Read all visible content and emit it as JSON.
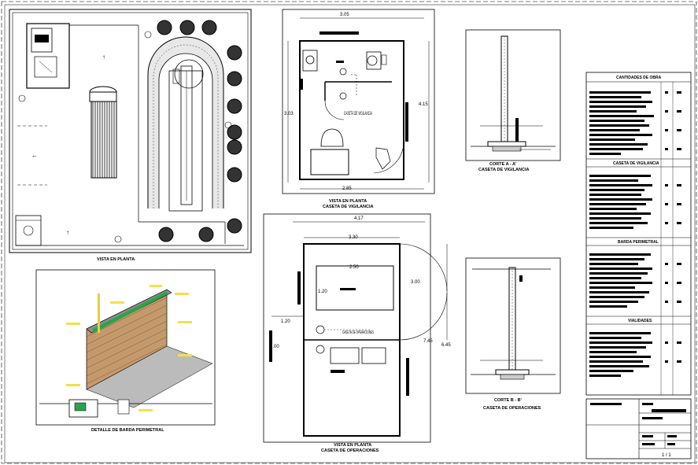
{
  "titles": {
    "site_plan": "VISTA EN PLANTA",
    "guard_plan_1": "VISTA EN PLANTA",
    "guard_plan_2": "CASETA DE VIGILANCIA",
    "guard_room": "CASETA DE VIGILANCIA",
    "section_a_1": "CORTE A - A'",
    "section_a_2": "CASETA DE VIGILANCIA",
    "wall_detail": "DETALLE DE BARDA PERIMETRAL",
    "ops_plan_1": "VISTA EN PLANTA",
    "ops_plan_2": "CASETA DE OPERACIONES",
    "ops_room": "CASETA DE OPERACIONES",
    "section_b_1": "CORTE B - B'",
    "section_b_2": "CASETA DE OPERACIONES"
  },
  "dimensions": {
    "guard_width_top": "3.05",
    "guard_height_left": "3.03",
    "guard_height_right": "4.15",
    "guard_width_bottom": "2.85",
    "ops_width_outer": "4.17",
    "ops_width_inner": "3.30",
    "ops_counter_width": "2.50",
    "ops_counter_depth": "1.20",
    "ops_door_right": "3.00",
    "ops_left_upper": "1.20",
    "ops_left_lower": "2.00",
    "ops_right_a": "7.45",
    "ops_right_b": "6.45"
  },
  "quantities": {
    "header": "CANTIDADES DE OBRA",
    "sections": [
      "CASETA DE VIGILANCIA",
      "BARDA PERIMETRAL",
      "VIALIDADES"
    ]
  },
  "title_block": {
    "sheet": "1 / 1"
  }
}
